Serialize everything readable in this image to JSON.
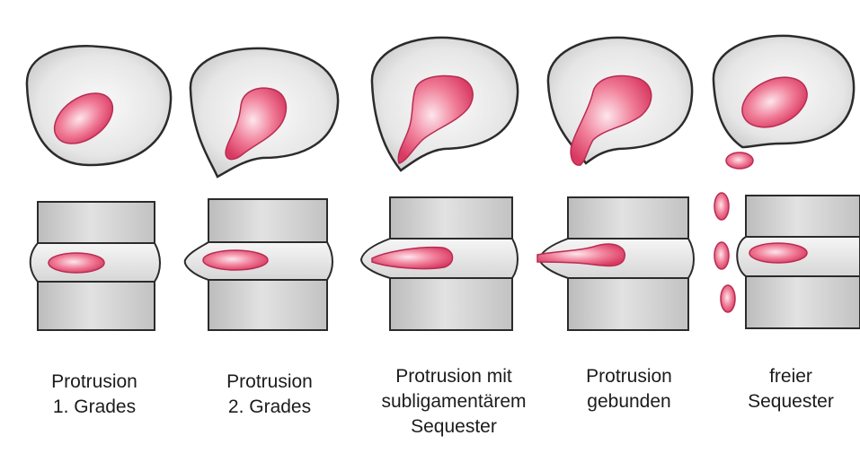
{
  "panels": [
    {
      "caption": [
        "Protrusion",
        "1. Grades"
      ]
    },
    {
      "caption": [
        "Protrusion",
        "2. Grades"
      ]
    },
    {
      "caption": [
        "Protrusion mit",
        "subligamentärem",
        "Sequester"
      ]
    },
    {
      "caption": [
        "Protrusion",
        "gebunden"
      ]
    },
    {
      "caption": [
        "freier",
        "Sequester"
      ]
    }
  ],
  "colors": {
    "background": "#ffffff",
    "disc_fill": "#ececec",
    "disc_outline": "#2b2b2b",
    "nucleus": "#e04a6e",
    "vertebra": "#d2d2d2",
    "text": "#1c1c1c"
  }
}
